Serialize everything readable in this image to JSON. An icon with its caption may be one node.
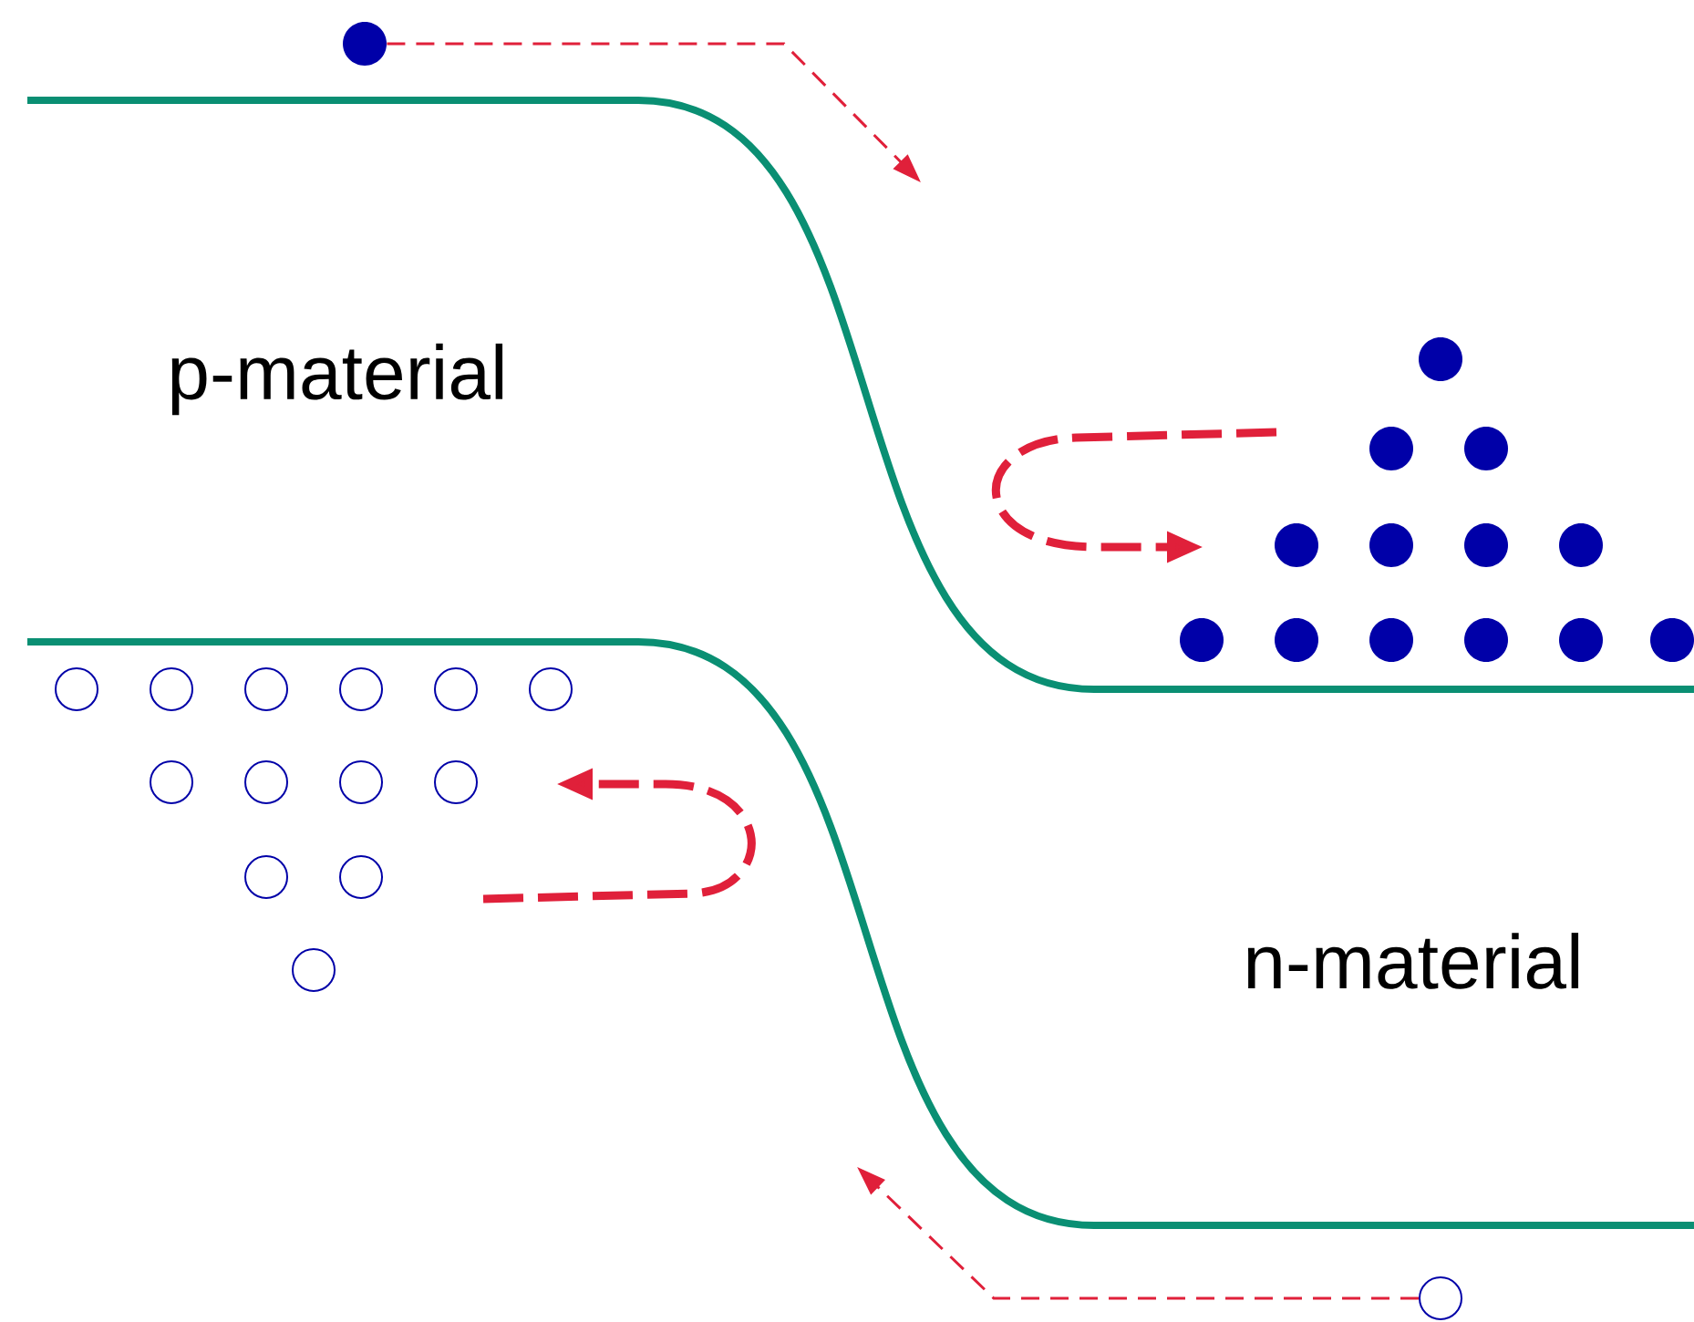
{
  "diagram": {
    "nodes": [
      {
        "text": [],
        "shape": "circle"
      },
      {
        "text": [],
        "shape": "circle"
      }
    ],
    "edges": [
      {
        "from": 0,
        "to": null,
        "arrow": "to",
        "style": "dashed"
      },
      {
        "from": 1,
        "to": null,
        "arrow": "to",
        "style": "dashed"
      }
    ],
    "labels": [
      "p-material",
      "n-material"
    ]
  }
}
